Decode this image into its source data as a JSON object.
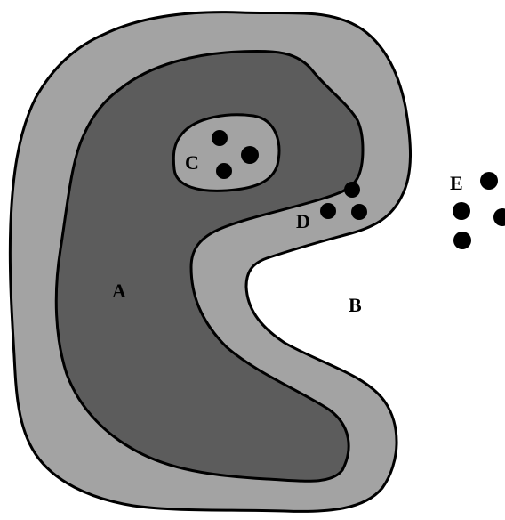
{
  "labels": {
    "a": "A",
    "b": "B",
    "c": "C",
    "d": "D",
    "e": "E"
  },
  "colors": {
    "outer_region": "#a3a3a3",
    "inner_region": "#5c5c5c",
    "vesicle_fill": "#a3a3a3",
    "dots": "#000000",
    "outline": "#000000",
    "background": "#ffffff"
  },
  "dot_groups": {
    "c": 3,
    "d": 3,
    "e": 4
  }
}
